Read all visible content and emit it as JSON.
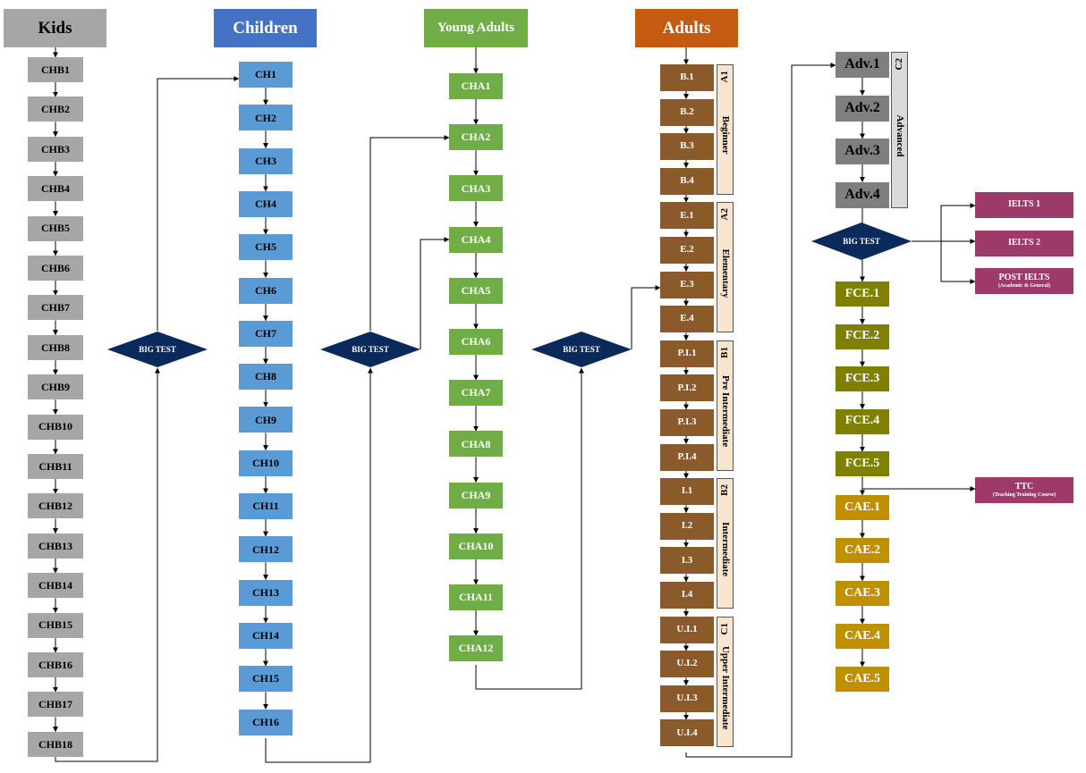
{
  "headers": {
    "kids": "Kids",
    "children": "Children",
    "young_adults": "Young Adults",
    "adults": "Adults"
  },
  "kids": [
    "CHB1",
    "CHB2",
    "CHB3",
    "CHB4",
    "CHB5",
    "CHB6",
    "CHB7",
    "CHB8",
    "CHB9",
    "CHB10",
    "CHB11",
    "CHB12",
    "CHB13",
    "CHB14",
    "CHB15",
    "CHB16",
    "CHB17",
    "CHB18"
  ],
  "children": [
    "CH1",
    "CH2",
    "CH3",
    "CH4",
    "CH5",
    "CH6",
    "CH7",
    "CH8",
    "CH9",
    "CH10",
    "CH11",
    "CH12",
    "CH13",
    "CH14",
    "CH15",
    "CH16"
  ],
  "young_adults": [
    "CHA1",
    "CHA2",
    "CHA3",
    "CHA4",
    "CHA5",
    "CHA6",
    "CHA7",
    "CHA8",
    "CHA9",
    "CHA10",
    "CHA11",
    "CHA12"
  ],
  "adults": [
    "B.1",
    "B.2",
    "B.3",
    "B.4",
    "E.1",
    "E.2",
    "E.3",
    "E.4",
    "P.I.1",
    "P.I.2",
    "P.I.3",
    "P.I.4",
    "I.1",
    "I.2",
    "I.3",
    "I.4",
    "U.I.1",
    "U.I.2",
    "U.I.3",
    "U.I.4"
  ],
  "bands": [
    {
      "code": "A1",
      "name": "Beginner"
    },
    {
      "code": "A2",
      "name": "Elementary"
    },
    {
      "code": "B1",
      "name": "Pre Intermediate"
    },
    {
      "code": "B2",
      "name": "Intermediate"
    },
    {
      "code": "C1",
      "name": "Upper Intermediate"
    }
  ],
  "advanced": [
    "Adv.1",
    "Adv.2",
    "Adv.3",
    "Adv.4"
  ],
  "advanced_band": {
    "code": "C2",
    "name": "Advanced"
  },
  "big_test": "BIG TEST",
  "fce": [
    "FCE.1",
    "FCE.2",
    "FCE.3",
    "FCE.4",
    "FCE.5"
  ],
  "cae": [
    "CAE.1",
    "CAE.2",
    "CAE.3",
    "CAE.4",
    "CAE.5"
  ],
  "ielts": {
    "ielts1": "IELTS 1",
    "ielts2": "IELTS 2",
    "post": "POST IELTS",
    "post_sub": "(Academic & General)"
  },
  "ttc": {
    "title": "TTC",
    "sub": "(Teaching Training Course)"
  },
  "colors": {
    "kids": "#a6a6a6",
    "children_header": "#4472c4",
    "children": "#5b9bd5",
    "young_adults": "#70ad47",
    "adults_header": "#c55a11",
    "adults": "#8b5a2b",
    "band": "#f8e5cf",
    "advanced": "#7f7f7f",
    "diamond": "#0b2a5c",
    "fce": "#808000",
    "cae": "#bf9000",
    "ielts": "#9e3a6a"
  }
}
